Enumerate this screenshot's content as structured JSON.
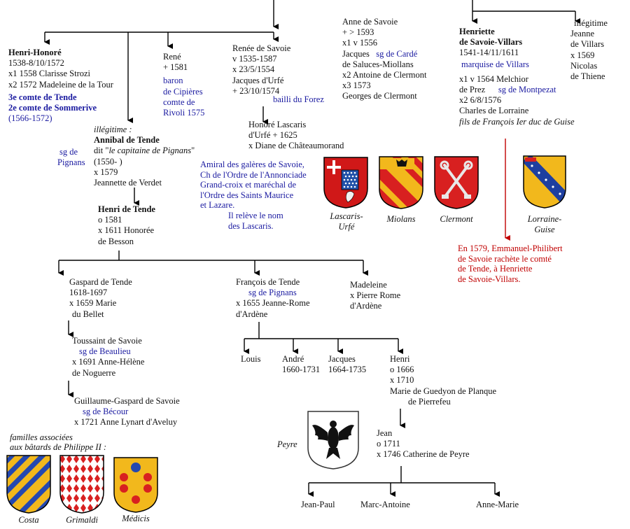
{
  "persons": {
    "henri_honore": {
      "name": "Henri-Honoré",
      "l1": "1538-8/10/1572",
      "l2": "x1 1558 Clarisse Strozi",
      "l3": "x2 1572 Madeleine de la Tour",
      "t1": "3e comte de Tende",
      "t2": "2e comte de Sommerive",
      "t3": "(1566-1572)"
    },
    "rene": {
      "name": "René",
      "l1": "+ 1581",
      "t1": "baron",
      "t2": "de Cipières",
      "t3": "comte de",
      "t4": "Rivoli 1575"
    },
    "renee": {
      "name": "Renée de Savoie",
      "l1": "v 1535-1587",
      "l2": "x 23/5/1554",
      "l3": "Jacques d'Urfé",
      "l4": "+ 23/10/1574",
      "t1": "bailli du Forez"
    },
    "honore_lascaris": {
      "l1": "Honoré Lascaris",
      "l2": "d'Urfé + 1625",
      "l3": "x Diane de Châteaumorand",
      "n1": "Amiral des galères de Savoie,",
      "n2": "Ch de l'Ordre de l'Annonciade",
      "n3": "Grand-croix et maréchal de",
      "n4": "l'Ordre des Saints Maurice",
      "n5": "et Lazare.",
      "n6": "Il relève le nom",
      "n7": "des Lascaris."
    },
    "anne": {
      "l1": "Anne de Savoie",
      "l2": "+ > 1593",
      "l3": "x1 v 1556",
      "l4": "Jacques",
      "t1": "sg de Cardé",
      "l5": "de Saluces-Miollans",
      "l6": "x2 Antoine de Clermont",
      "l7": "x3 1573",
      "l8": "Georges de Clermont"
    },
    "henriette": {
      "n1": "Henriette",
      "n2": "de Savoie-Villars",
      "l1": "1541-14/11/1611",
      "t1": "marquise de Villars",
      "l2": "x1 v 1564 Melchior",
      "l3": "de Prez",
      "t2": "sg de Montpezat",
      "l4": "x2  6/8/1576",
      "l5": "Charles de Lorraine",
      "l6": "fils de François Ier duc de Guise"
    },
    "jeanne": {
      "l0": "illégitime",
      "l1": "Jeanne",
      "l2": "de Villars",
      "l3": "x 1569",
      "l4": "Nicolas",
      "l5": "de Thiene"
    },
    "annibal": {
      "l0": "illégitime :",
      "name": "Annibal de Tende",
      "l1a": "dit \"",
      "l1b": "le capitaine de Pignans",
      "l1c": "\"",
      "l2": "(1550-  )",
      "l3": "x 1579",
      "l4": "Jeannette de Verdet",
      "t1": "sg de",
      "t2": "Pignans"
    },
    "henri_tende": {
      "name": "Henri de Tende",
      "l1": "o 1581",
      "l2": "x 1611 Honorée",
      "l3": "de Besson"
    },
    "gaspard": {
      "l1": "Gaspard de Tende",
      "l2": "1618-1697",
      "l3": "x 1659 Marie",
      "l4": "du Bellet"
    },
    "francois": {
      "l1": "François de Tende",
      "t1": "sg de Pignans",
      "l2": "x 1655 Jeanne-Rome",
      "l3": "d'Ardène"
    },
    "madeleine": {
      "l1": "Madeleine",
      "l2": "x Pierre Rome",
      "l3": "d'Ardène"
    },
    "toussaint": {
      "l1": "Toussaint de Savoie",
      "t1": "sg de Beaulieu",
      "l2": "x 1691 Anne-Hélène",
      "l3": "de Noguerre"
    },
    "guillaume": {
      "l1": "Guillaume-Gaspard de Savoie",
      "t1": "sg de Bécour",
      "l2": "x 1721 Anne Lynart d'Aveluy"
    },
    "louis": {
      "l1": "Louis"
    },
    "andre": {
      "l1": "André",
      "l2": "1660-1731"
    },
    "jacques": {
      "l1": "Jacques",
      "l2": "1664-1735"
    },
    "henri2": {
      "l1": "Henri",
      "l2": "o 1666",
      "l3": "x 1710",
      "l4": "Marie de Guedyon de Planque",
      "l5": "de Pierrefeu"
    },
    "jean": {
      "l1": "Jean",
      "l2": "o 1711",
      "l3": "x 1746 Catherine de Peyre"
    },
    "jean_paul": {
      "l1": "Jean-Paul"
    },
    "marc_antoine": {
      "l1": "Marc-Antoine"
    },
    "anne_marie": {
      "l1": "Anne-Marie"
    }
  },
  "note_1579": {
    "l1": "En 1579, Emmanuel-Philibert",
    "l2": "de Savoie rachète le comté",
    "l3": "de Tende, à Henriette",
    "l4": "de Savoie-Villars."
  },
  "associated_families": {
    "l1": "familles associées",
    "l2": "aux bâtards de Philippe II :"
  },
  "arms": {
    "lascaris": {
      "label1": "Lascaris-",
      "label2": "Urfé"
    },
    "miolans": {
      "label": "Miolans"
    },
    "clermont": {
      "label": "Clermont"
    },
    "lorraine": {
      "label1": "Lorraine-",
      "label2": "Guise"
    },
    "peyre": {
      "label": "Peyre"
    },
    "costa": {
      "label": "Costa"
    },
    "grimaldi": {
      "label": "Grimaldi"
    },
    "medicis": {
      "label": "Médicis"
    }
  },
  "colors": {
    "text": "#111111",
    "accent_blue": "#1a1aa0",
    "accent_red": "#c00000",
    "lines": "#000000"
  }
}
